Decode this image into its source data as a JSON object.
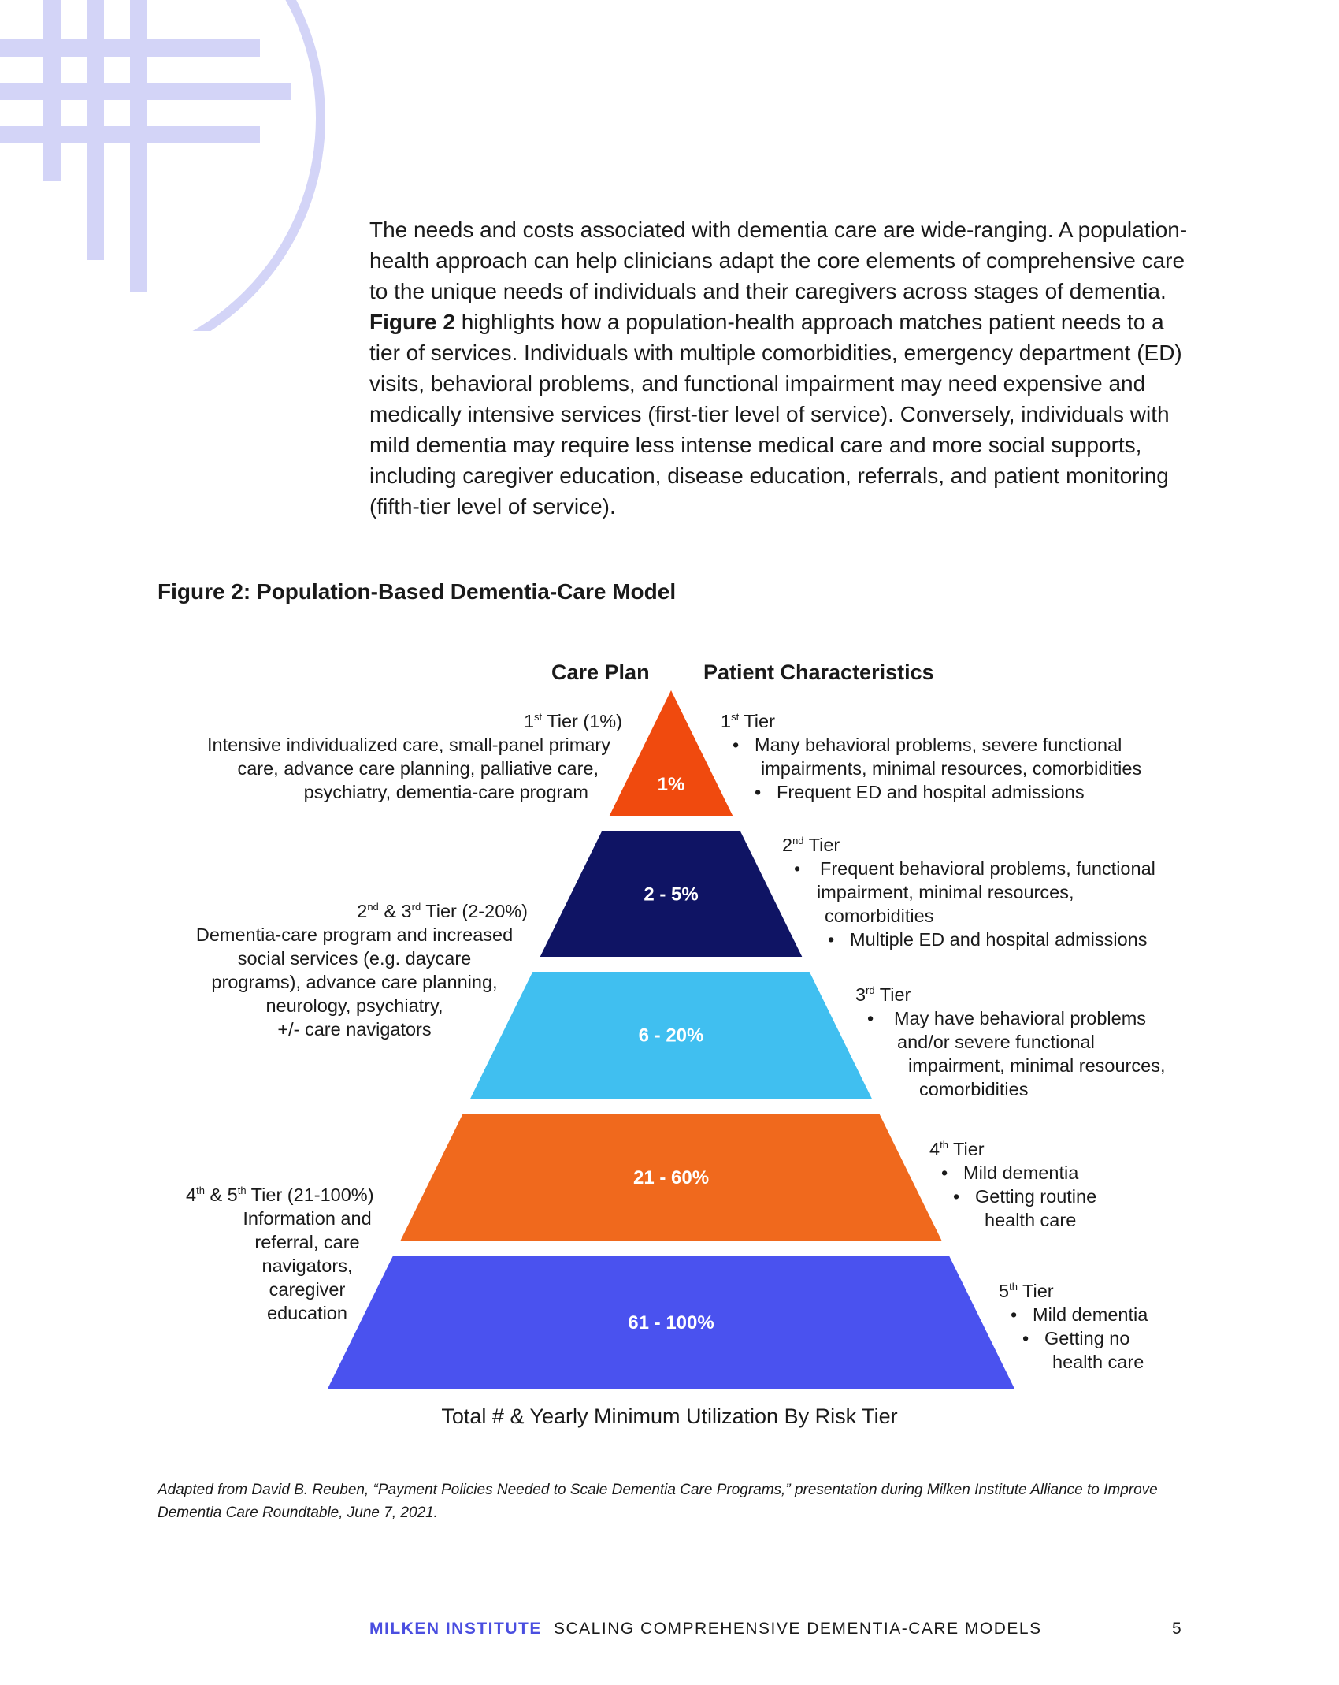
{
  "intro": {
    "p1": "The needs and costs associated with dementia care are wide-ranging. A population-health approach can help clinicians adapt the core elements of comprehensive care to the unique needs of individuals and their caregivers across stages of dementia. ",
    "p_bold": "Figure 2",
    "p2": " highlights how a population-health approach matches patient needs to a tier of services. Individuals with multiple comorbidities, emergency department (ED) visits, behavioral problems, and functional impairment may need expensive and medically intensive services (first-tier level of service). Conversely, individuals with mild dementia may require less intense medical care and more social supports, including caregiver education, disease education, referrals, and patient monitoring (fifth-tier level of service)."
  },
  "figure": {
    "title": "Figure 2: Population-Based Dementia-Care Model",
    "col_left": "Care Plan",
    "col_right": "Patient Characteristics",
    "pyramid": [
      {
        "label": "1%",
        "color": "#f04a0e"
      },
      {
        "label": "2 - 5%",
        "color": "#0f1464"
      },
      {
        "label": "6 - 20%",
        "color": "#40bff0"
      },
      {
        "label": "21 - 60%",
        "color": "#f0691d"
      },
      {
        "label": "61 - 100%",
        "color": "#4a52ef"
      }
    ],
    "care_plan": {
      "t1_head_num": "1",
      "t1_head_sup": "st",
      "t1_head_rest": " Tier (1%)",
      "t1_lines": [
        "Intensive individualized care, small-panel primary",
        "care, advance care planning, palliative care,",
        "psychiatry, dementia-care program"
      ],
      "t23_a": "2",
      "t23_a_sup": "nd",
      "t23_mid": " & 3",
      "t23_b_sup": "rd",
      "t23_rest": " Tier (2-20%)",
      "t23_lines": [
        "Dementia-care program and increased",
        "social services (e.g. daycare",
        "programs), advance care planning,",
        "neurology, psychiatry,",
        "+/- care navigators"
      ],
      "t45_a": "4",
      "t45_a_sup": "th",
      "t45_mid": " & 5",
      "t45_b_sup": "th",
      "t45_rest": " Tier (21-100%)",
      "t45_lines": [
        "Information and",
        "referral, care",
        "navigators,",
        "caregiver",
        "education"
      ]
    },
    "characteristics": {
      "t1_num": "1",
      "t1_sup": "st",
      "t1_rest": " Tier",
      "t1_b1a": "Many behavioral problems, severe functional",
      "t1_b1b": "impairments, minimal resources, comorbidities",
      "t1_b2": "Frequent ED and hospital admissions",
      "t2_num": "2",
      "t2_sup": "nd",
      "t2_rest": " Tier",
      "t2_b1a": "Frequent behavioral problems, functional",
      "t2_b1b": "impairment, minimal resources,",
      "t2_b1c": "comorbidities",
      "t2_b2": "Multiple ED and hospital admissions",
      "t3_num": "3",
      "t3_sup": "rd",
      "t3_rest": " Tier",
      "t3_b1a": "May have behavioral problems",
      "t3_b1b": "and/or severe functional",
      "t3_b1c": "impairment, minimal resources,",
      "t3_b1d": "comorbidities",
      "t4_num": "4",
      "t4_sup": "th",
      "t4_rest": " Tier",
      "t4_b1": "Mild dementia",
      "t4_b2a": "Getting routine",
      "t4_b2b": "health care",
      "t5_num": "5",
      "t5_sup": "th",
      "t5_rest": " Tier",
      "t5_b1": "Mild dementia",
      "t5_b2a": "Getting no",
      "t5_b2b": "health care"
    },
    "x_label": "Total # & Yearly Minimum Utilization By Risk Tier",
    "source": "Adapted from David B. Reuben, “Payment Policies Needed to Scale Dementia Care Programs,” presentation during Milken Institute Alliance to Improve Dementia Care Roundtable, June 7, 2021."
  },
  "footer": {
    "brand": "MILKEN INSTITUTE",
    "title": "SCALING COMPREHENSIVE DEMENTIA-CARE MODELS",
    "page": "5"
  },
  "colors": {
    "brand": "#4a4ee0",
    "logo": "#d3d4f7"
  }
}
